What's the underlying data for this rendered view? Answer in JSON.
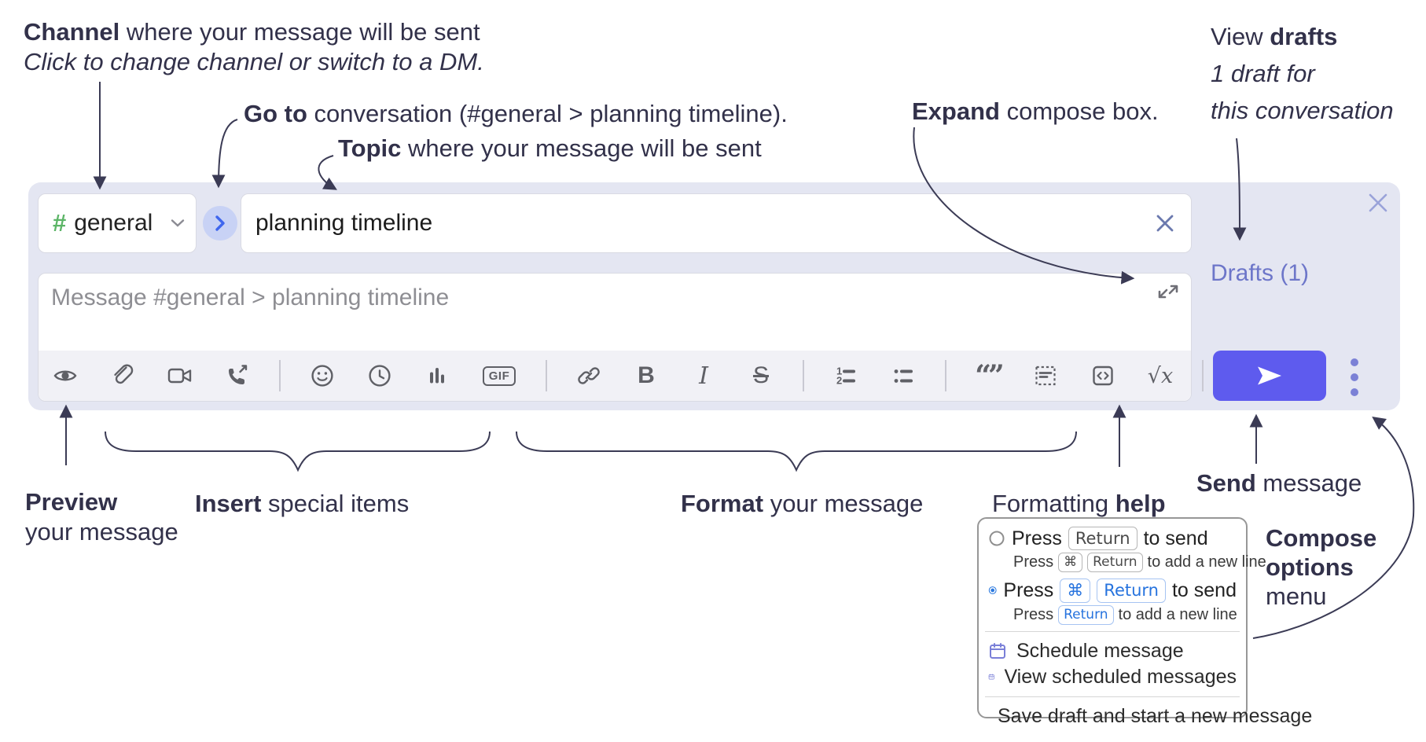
{
  "annotations": {
    "channel": {
      "bold": "Channel",
      "rest": " where your message will be sent",
      "sub": "Click to change channel or switch to a DM."
    },
    "goto": {
      "bold": "Go to",
      "rest": " conversation (#general > planning timeline)."
    },
    "topic": {
      "bold": "Topic",
      "rest": " where your message will be sent"
    },
    "expand": {
      "bold": "Expand",
      "rest": " compose box."
    },
    "view_drafts": {
      "pre": "View ",
      "bold": "drafts",
      "line2": "1 draft for",
      "line3": "this conversation"
    },
    "preview": {
      "bold": "Preview",
      "line2": "your message"
    },
    "insert": {
      "bold": "Insert",
      "rest": " special items"
    },
    "format": {
      "bold": "Format",
      "rest": " your message"
    },
    "help": {
      "pre": "Formatting ",
      "bold": "help"
    },
    "send": {
      "bold": "Send",
      "rest": " message"
    },
    "compose_options": {
      "line1": "Compose",
      "line2": "options",
      "line3": "menu"
    }
  },
  "compose": {
    "channel": {
      "hash": "#",
      "name": "general"
    },
    "topic_value": "planning timeline",
    "message_placeholder": "Message #general > planning timeline",
    "drafts_link": "Drafts (1)",
    "toolbar": {
      "bold": "B",
      "italic": "I",
      "strike": "S",
      "gif": "GIF",
      "quote": "“”",
      "math": "√x",
      "help": "?"
    }
  },
  "options_menu": {
    "option1": {
      "press": "Press",
      "key": "Return",
      "suffix": "to send",
      "sub_press": "Press",
      "sub_key_cmd": "⌘",
      "sub_key_return": "Return",
      "sub_suffix": "to add a new line"
    },
    "option2": {
      "press": "Press",
      "key_cmd": "⌘",
      "key_return": "Return",
      "suffix": "to send",
      "sub_press": "Press",
      "sub_key_return": "Return",
      "sub_suffix": "to add a new line"
    },
    "items": [
      {
        "label": "Schedule message"
      },
      {
        "label": "View scheduled messages"
      },
      {
        "label": "Save draft and start a new message"
      }
    ]
  },
  "colors": {
    "compose_bg": "#e4e6f2",
    "accent_send": "#5e5bee",
    "drafts_link": "#6d76c9",
    "hash_green": "#5cb567",
    "go_button_bg": "#c8d2f5",
    "go_button_arrow": "#3f66ee",
    "radio_selected_blue": "#2b79df",
    "menu_icon_purple": "#7a7fd8",
    "annotation_ink": "#32314a",
    "toolbar_icon": "#5f6066"
  }
}
